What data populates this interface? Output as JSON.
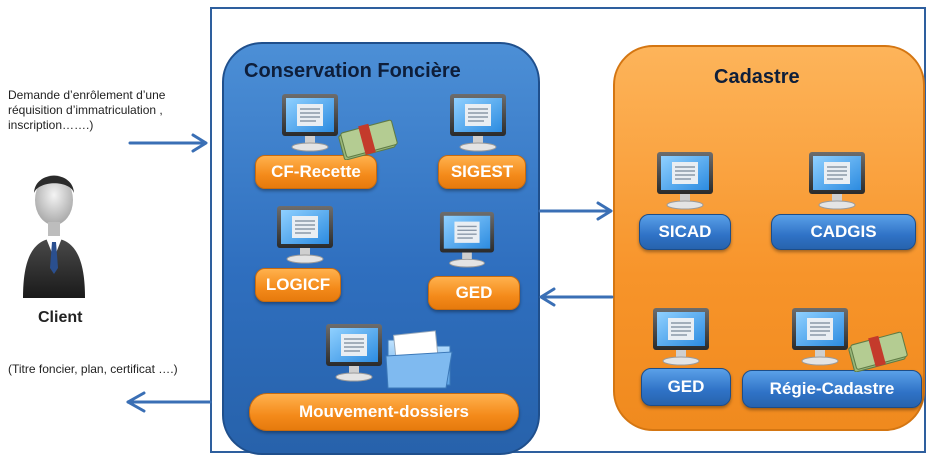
{
  "left": {
    "request_text": "Demande d’enrôlement d’une réquisition d’immatriculation , inscription…….)",
    "client_label": "Client",
    "output_text": "(Titre foncier, plan, certificat ….)"
  },
  "conservation": {
    "title": "Conservation Foncière",
    "modules": {
      "cf_recette": "CF-Recette",
      "sigest": "SIGEST",
      "logicf": "LOGICF",
      "ged": "GED",
      "mouvement": "Mouvement-dossiers"
    }
  },
  "cadastre": {
    "title": "Cadastre",
    "modules": {
      "sicad": "SICAD",
      "cadgis": "CADGIS",
      "ged": "GED",
      "regie": "Régie-Cadastre"
    }
  },
  "colors": {
    "conservation_panel": "#2f6fbf",
    "cadastre_panel": "#f7942a",
    "arrow": "#3a6fb5"
  }
}
